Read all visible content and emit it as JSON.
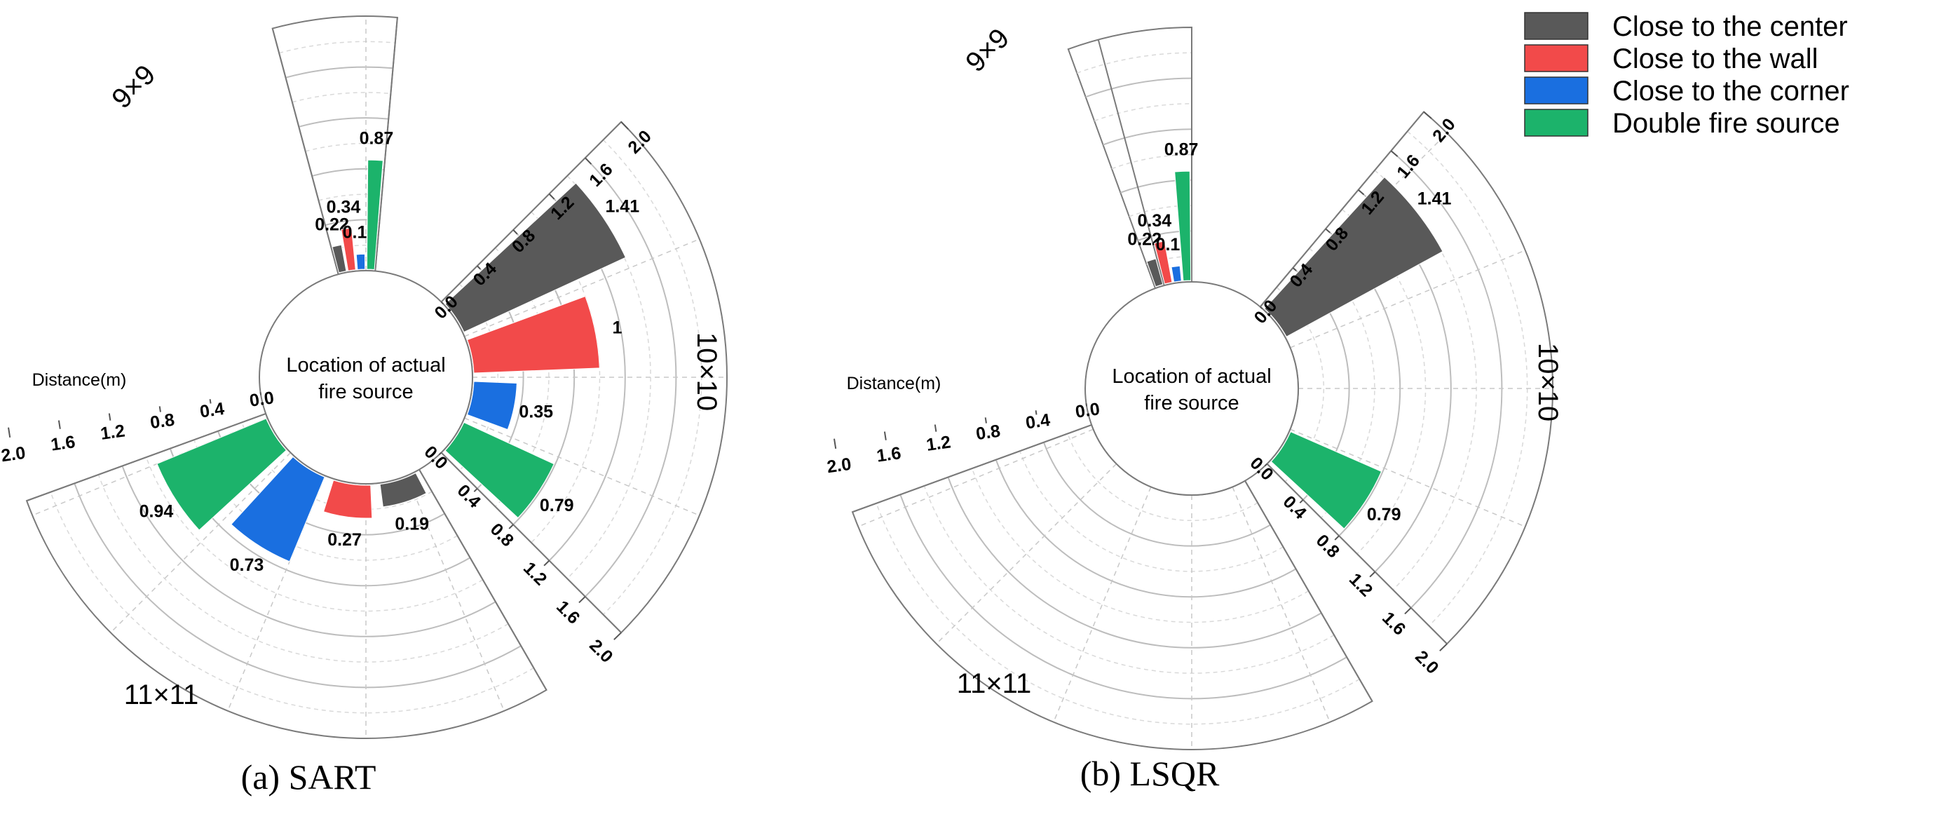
{
  "legend": [
    {
      "label": "Close to the center",
      "color": "#595959"
    },
    {
      "label": "Close to the wall",
      "color": "#f24a4a"
    },
    {
      "label": "Close to the corner",
      "color": "#1a6fe0"
    },
    {
      "label": "Double fire source",
      "color": "#1cb36b"
    }
  ],
  "chart_data": [
    {
      "type": "bar",
      "layout": "polar",
      "title": "(a) SART",
      "center_label": [
        "Location of actual",
        "fire source"
      ],
      "radial_axis_label": "Distance(m)",
      "ylim": [
        0,
        2.0
      ],
      "radial_ticks": [
        "0.0",
        "0.4",
        "0.8",
        "1.2",
        "1.6",
        "2.0"
      ],
      "groups": [
        "9×9",
        "10×10",
        "11×11"
      ],
      "series": [
        {
          "name": "Close to the center",
          "values": [
            0.22,
            1.41,
            0.19
          ]
        },
        {
          "name": "Close to the wall",
          "values": [
            0.34,
            1,
            0.27
          ]
        },
        {
          "name": "Close to the corner",
          "values": [
            0.13,
            0.35,
            0.73
          ]
        },
        {
          "name": "Double fire source",
          "values": [
            0.87,
            0.79,
            0.94
          ]
        }
      ],
      "value_labels": {
        "Close to the center": [
          "0.22",
          "1.41",
          "0.19"
        ],
        "Close to the wall": [
          "0.34",
          "1",
          "0.27"
        ],
        "Close to the corner": [
          "0.13",
          "0.35",
          "0.73"
        ],
        "Double fire source": [
          "0.87",
          "0.79",
          "0.94"
        ]
      }
    },
    {
      "type": "bar",
      "layout": "polar",
      "title": "(b) LSQR",
      "center_label": [
        "Location of actual",
        "fire source"
      ],
      "radial_axis_label": "Distance(m)",
      "ylim": [
        0,
        2.0
      ],
      "radial_ticks": [
        "0.0",
        "0.4",
        "0.8",
        "1.2",
        "1.6",
        "2.0"
      ],
      "groups": [
        "9×9",
        "10×10",
        "11×11"
      ],
      "series": [
        {
          "name": "Close to the center",
          "values": [
            0.22,
            1.41,
            null
          ]
        },
        {
          "name": "Close to the wall",
          "values": [
            0.34,
            null,
            null
          ]
        },
        {
          "name": "Close to the corner",
          "values": [
            0.13,
            null,
            null
          ]
        },
        {
          "name": "Double fire source",
          "values": [
            0.87,
            0.79,
            null
          ]
        }
      ],
      "value_labels": {
        "Close to the center": [
          "0.22",
          "1.41",
          ""
        ],
        "Close to the wall": [
          "0.34",
          "",
          ""
        ],
        "Close to the corner": [
          "0.13",
          "",
          ""
        ],
        "Double fire source": [
          "0.87",
          "0.79",
          ""
        ]
      }
    }
  ]
}
